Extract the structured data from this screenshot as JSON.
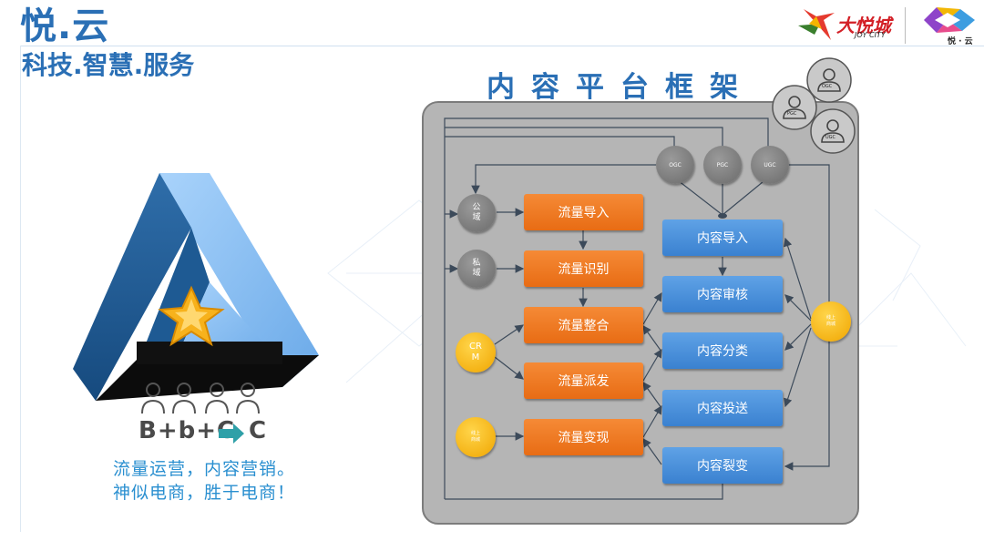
{
  "header": {
    "title": "悦.云",
    "subtitle": "科技.智慧.服务",
    "logo_joycity_cn": "大悦城",
    "logo_joycity_en": "JOY CITY",
    "logo_yueyun": "悦 · 云"
  },
  "left": {
    "formula_left": "B+b+C",
    "formula_right": "C",
    "slogan_line1": "流量运营，内容营销。",
    "slogan_line2": "神似电商，胜于电商！"
  },
  "framework": {
    "title": "内容平台框架",
    "bubbles": [
      "OGC",
      "PGC",
      "UGC"
    ],
    "top_nodes": [
      "OGC",
      "PGC",
      "UGC"
    ],
    "domain_public": "公\n域",
    "domain_private": "私\n域",
    "crm": "CR\nM",
    "yellow_small": "线上\n商城",
    "flow_boxes": [
      "流量导入",
      "流量识别",
      "流量整合",
      "流量派发",
      "流量变现"
    ],
    "content_boxes": [
      "内容导入",
      "内容审核",
      "内容分类",
      "内容投送",
      "内容裂变"
    ]
  },
  "colors": {
    "brand_blue": "#2a6fb5",
    "flow_orange": "#ee7a23",
    "content_blue": "#4a90dc",
    "panel_gray": "#b5b5b5",
    "node_yellow": "#f6b800"
  }
}
